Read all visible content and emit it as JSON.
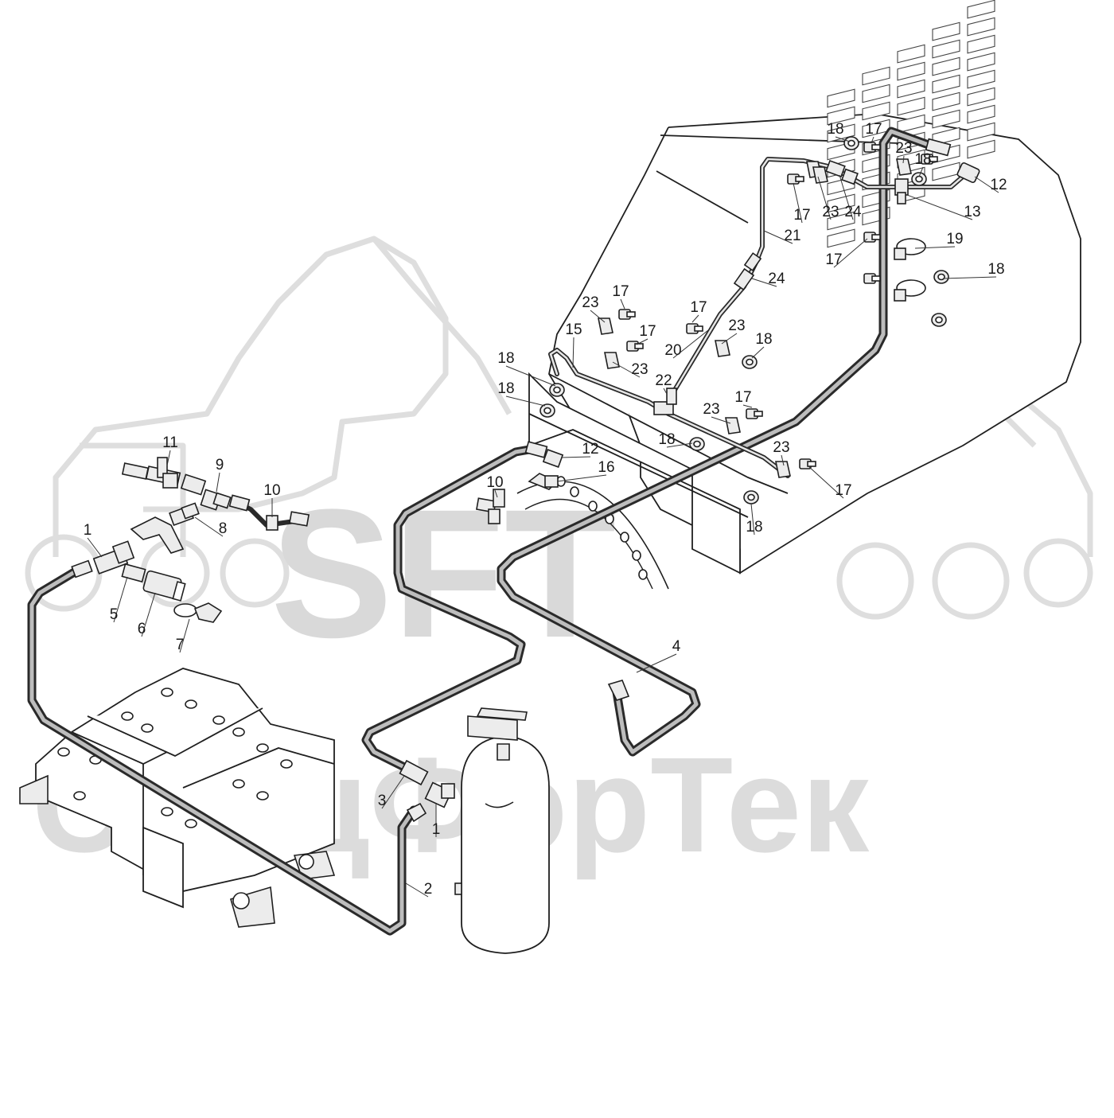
{
  "watermark": {
    "brand_latin": "SFT",
    "brand_cyrillic": "СпецФорТек",
    "brand_icon": "excavator-tractor-silhouette"
  },
  "callouts": [
    {
      "id": "c1a",
      "label": "1"
    },
    {
      "id": "c1b",
      "label": "1"
    },
    {
      "id": "c2",
      "label": "2"
    },
    {
      "id": "c3",
      "label": "3"
    },
    {
      "id": "c4",
      "label": "4"
    },
    {
      "id": "c5",
      "label": "5"
    },
    {
      "id": "c6",
      "label": "6"
    },
    {
      "id": "c7",
      "label": "7"
    },
    {
      "id": "c8",
      "label": "8"
    },
    {
      "id": "c9",
      "label": "9"
    },
    {
      "id": "c10a",
      "label": "10"
    },
    {
      "id": "c10b",
      "label": "10"
    },
    {
      "id": "c11",
      "label": "11"
    },
    {
      "id": "c12a",
      "label": "12"
    },
    {
      "id": "c12b",
      "label": "12"
    },
    {
      "id": "c13",
      "label": "13"
    },
    {
      "id": "c15",
      "label": "15"
    },
    {
      "id": "c16",
      "label": "16"
    },
    {
      "id": "c17a",
      "label": "17"
    },
    {
      "id": "c17b",
      "label": "17"
    },
    {
      "id": "c17c",
      "label": "17"
    },
    {
      "id": "c17d",
      "label": "17"
    },
    {
      "id": "c17e",
      "label": "17"
    },
    {
      "id": "c17f",
      "label": "17"
    },
    {
      "id": "c17g",
      "label": "17"
    },
    {
      "id": "c17h",
      "label": "17"
    },
    {
      "id": "c18a",
      "label": "18"
    },
    {
      "id": "c18b",
      "label": "18"
    },
    {
      "id": "c18c",
      "label": "18"
    },
    {
      "id": "c18d",
      "label": "18"
    },
    {
      "id": "c18e",
      "label": "18"
    },
    {
      "id": "c18f",
      "label": "18"
    },
    {
      "id": "c18g",
      "label": "18"
    },
    {
      "id": "c18h",
      "label": "18"
    },
    {
      "id": "c19",
      "label": "19"
    },
    {
      "id": "c20",
      "label": "20"
    },
    {
      "id": "c21",
      "label": "21"
    },
    {
      "id": "c22",
      "label": "22"
    },
    {
      "id": "c23a",
      "label": "23"
    },
    {
      "id": "c23b",
      "label": "23"
    },
    {
      "id": "c23c",
      "label": "23"
    },
    {
      "id": "c23d",
      "label": "23"
    },
    {
      "id": "c23e",
      "label": "23"
    },
    {
      "id": "c23f",
      "label": "23"
    },
    {
      "id": "c23g",
      "label": "23"
    },
    {
      "id": "c24a",
      "label": "24"
    },
    {
      "id": "c24b",
      "label": "24"
    }
  ]
}
